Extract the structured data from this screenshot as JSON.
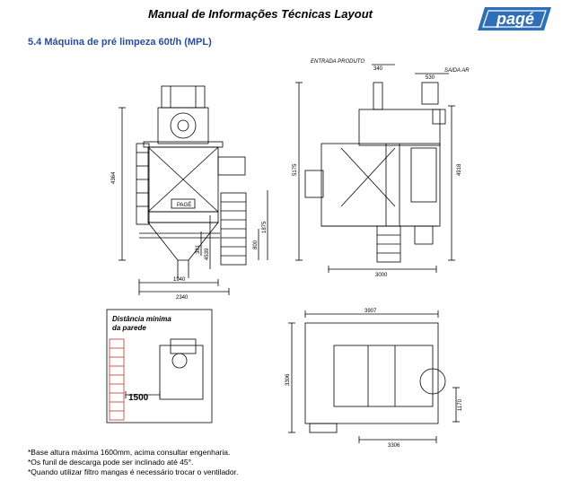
{
  "header": {
    "title": "Manual de Informações Técnicas Layout",
    "logo_text": "pagé"
  },
  "section": {
    "title": "5.4 Máquina de pré limpeza 60t/h (MPL)"
  },
  "front_view": {
    "machine_label": "PAGÉ",
    "dimensions": {
      "total_height": "4364",
      "bottom_width_inner": "1940",
      "bottom_width_outer": "2340",
      "height_a": "381",
      "height_b": "4539",
      "height_c": "800",
      "height_d": "1875"
    }
  },
  "side_view": {
    "labels": {
      "entrada": "ENTRADA PRODUTO",
      "saida": "SAIDA AR"
    },
    "dimensions": {
      "entrada_width": "340",
      "saida_width": "530",
      "total_height": "5175",
      "right_height": "4918",
      "base_width": "3000"
    }
  },
  "inset": {
    "label_line1": "Distância mínima",
    "label_line2": "da parede",
    "wall_distance": "1500"
  },
  "top_view": {
    "dimensions": {
      "top_width": "3907",
      "left_depth": "3306",
      "right_small": "1170",
      "bottom_width": "3306"
    }
  },
  "notes": [
    "*Base altura máxima 1600mm, acima consultar engenharia.",
    "*Os funil de descarga pode ser inclinado até 45°.",
    "*Quando utilizar filtro mangas é necessário trocar o ventilador."
  ],
  "colors": {
    "title_blue": "#2b4c9a",
    "logo_blue": "#2e6fb7",
    "brick_red": "#c0392b"
  }
}
